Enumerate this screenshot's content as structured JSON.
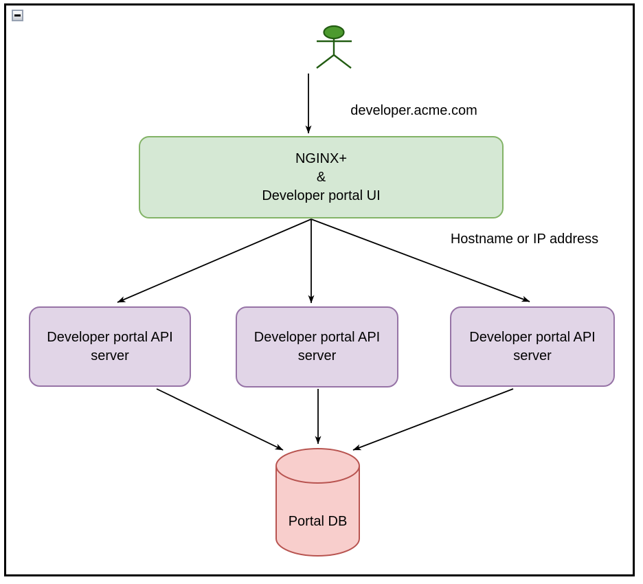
{
  "canvas": {
    "background": "#ffffff",
    "frame_border_color": "#000000",
    "edge_color": "#000000"
  },
  "controls": {
    "collapse_icon": "minus"
  },
  "actor": {
    "fill": "#4c9a2e",
    "stroke": "#225c12"
  },
  "nodes": {
    "nginx": {
      "line1": "NGINX+",
      "line2": "&",
      "line3": "Developer portal UI",
      "fill": "#d5e8d4",
      "stroke": "#82b366"
    },
    "api_servers": [
      {
        "line1": "Developer portal API",
        "line2": "server"
      },
      {
        "line1": "Developer portal API",
        "line2": "server"
      },
      {
        "line1": "Developer portal API",
        "line2": "server"
      }
    ],
    "api_server_style": {
      "fill": "#e1d5e7",
      "stroke": "#9673a6"
    },
    "portal_db": {
      "label": "Portal DB",
      "fill": "#f8cecc",
      "stroke": "#b85450"
    }
  },
  "edge_labels": {
    "ingress": "developer.acme.com",
    "hostname": "Hostname or IP address"
  }
}
